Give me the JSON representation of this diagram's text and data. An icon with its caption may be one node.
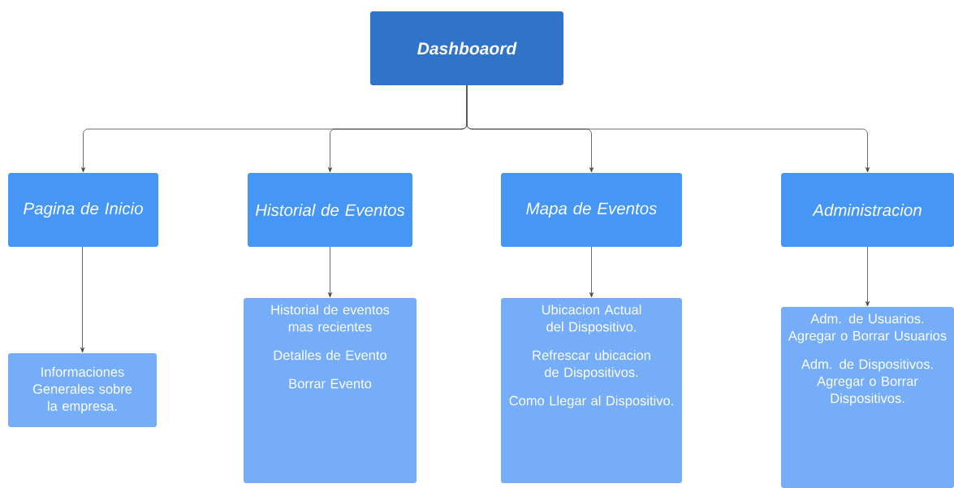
{
  "diagram": {
    "nodes": [
      {
        "text": [
          "Dashboaord"
        ]
      },
      {
        "text": [
          "Pagina de Inicio"
        ]
      },
      {
        "text": [
          "Historial de Eventos"
        ]
      },
      {
        "text": [
          "Mapa de Eventos"
        ]
      },
      {
        "text": [
          "Administracion"
        ]
      },
      {
        "text": [
          "Informaciones Generales sobre la empresa."
        ]
      },
      {
        "text": [
          "Historial de eventos mas recientes",
          "Detalles de Evento",
          "Borrar Evento"
        ]
      },
      {
        "text": [
          "Ubicacion Actual del Dispositivo.",
          "Refrescar ubicacion de Dispositivos.",
          "Como Llegar al Dispositivo."
        ]
      },
      {
        "text": [
          "Adm. de Usuarios. Agregar o Borrar Usuarios",
          "Adm. de Dispositivos. Agregar o Borrar Dispositivos."
        ]
      }
    ],
    "edges": [
      {
        "from": 0,
        "to": 1,
        "arrow": "to"
      },
      {
        "from": 0,
        "to": 2,
        "arrow": "to"
      },
      {
        "from": 0,
        "to": 3,
        "arrow": "to"
      },
      {
        "from": 0,
        "to": 4,
        "arrow": "to"
      },
      {
        "from": 1,
        "to": 5,
        "arrow": "to"
      },
      {
        "from": 2,
        "to": 6,
        "arrow": "to"
      },
      {
        "from": 3,
        "to": 7,
        "arrow": "to"
      },
      {
        "from": 4,
        "to": 8,
        "arrow": "to"
      }
    ]
  }
}
